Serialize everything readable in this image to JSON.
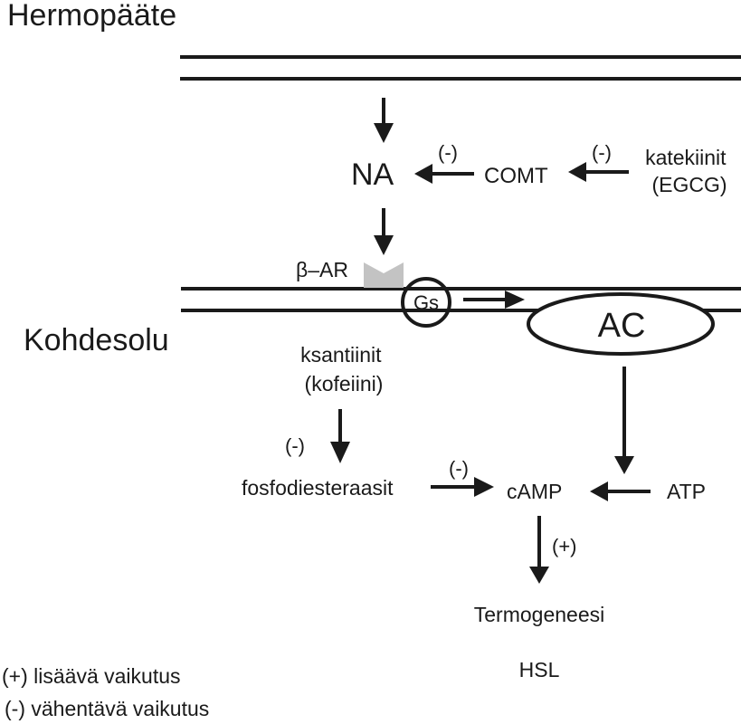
{
  "diagram": {
    "regions": {
      "nerve_terminal": "Hermopääte",
      "target_cell": "Kohdesolu"
    },
    "nodes": {
      "na": "NA",
      "comt": "COMT",
      "catechins_line1": "katekiinit",
      "catechins_line2": "(EGCG)",
      "receptor": "β–AR",
      "gs": "Gs",
      "ac": "AC",
      "xanthines_line1": "ksantiinit",
      "xanthines_line2": "(kofeiini)",
      "pde": "fosfodiesteraasit",
      "camp": "cAMP",
      "atp": "ATP",
      "thermogenesis": "Termogeneesi",
      "hsl": "HSL"
    },
    "edge_labels": {
      "comt_to_na": "(-)",
      "catechins_to_comt": "(-)",
      "xanthines_to_pde": "(-)",
      "pde_to_camp": "(-)",
      "camp_to_thermogenesis": "(+)"
    },
    "edges": [
      {
        "from": "nerve_terminal",
        "to": "na",
        "effect": ""
      },
      {
        "from": "comt",
        "to": "na",
        "effect": "(-)"
      },
      {
        "from": "catechins",
        "to": "comt",
        "effect": "(-)"
      },
      {
        "from": "na",
        "to": "receptor",
        "effect": ""
      },
      {
        "from": "gs",
        "to": "ac",
        "effect": ""
      },
      {
        "from": "ac",
        "to": "atp",
        "effect": ""
      },
      {
        "from": "atp",
        "to": "camp",
        "effect": ""
      },
      {
        "from": "xanthines",
        "to": "pde",
        "effect": "(-)"
      },
      {
        "from": "pde",
        "to": "camp",
        "effect": "(-)"
      },
      {
        "from": "camp",
        "to": "thermogenesis",
        "effect": "(+)"
      }
    ],
    "legend": {
      "positive": "(+) lisäävä vaikutus",
      "negative": "(-) vähentävä vaikutus"
    },
    "colors": {
      "line": "#1a1a1a",
      "receptor_fill": "#c3c3c3"
    }
  }
}
